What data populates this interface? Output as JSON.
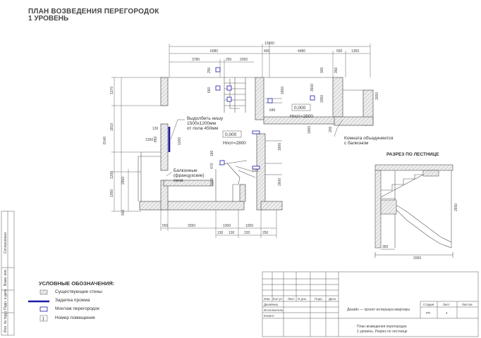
{
  "header": {
    "title_line1": "ПЛАН ВОЗВЕДЕНИЯ ПЕРЕГОРОДОК",
    "title_line2": "1 УРОВЕНЬ"
  },
  "plan": {
    "dims_top": {
      "overall": "12860",
      "seg1": "6080",
      "seg2": "400",
      "seg3": "4480",
      "seg4": "550",
      "seg5": "1350",
      "sub1": "3780",
      "sub2": "250",
      "sub3": "2050"
    },
    "dims_left": {
      "overall": "8140",
      "a": "1370",
      "b": "1810",
      "c": "2950",
      "d": "1200",
      "e": "1050",
      "f": "550"
    },
    "dims_bottom": {
      "a": "550",
      "b": "3350",
      "c": "1000",
      "d": "1000",
      "e": "250",
      "f": "130",
      "g": "130",
      "h": "220"
    },
    "dims_misc": {
      "n130": "130",
      "n1350": "1350",
      "n850": "850",
      "n1200": "1200",
      "n180": "180",
      "n470": "470",
      "n1000": "1000",
      "n620": "620",
      "n1800": "1800",
      "n2600": "2600",
      "n640": "640",
      "n1800b": "1800",
      "n1950": "1950",
      "n3600": "3600",
      "n2650": "2650",
      "n200": "200",
      "n300": "300",
      "n250": "250",
      "n350": "350",
      "n660": "660",
      "n1900": "1900"
    },
    "level1": "0,000",
    "height1": "Hпот=2800",
    "level2": "0,000",
    "height2": "Hпот=2800",
    "note_niche_1": "Выдолбить нишу",
    "note_niche_2": "1500х1200мм",
    "note_niche_3": "от пола 450мм",
    "note_balcony_1": "Балконные",
    "note_balcony_2": "(французские)",
    "note_balcony_3": "окна",
    "note_room_1": "Комната объединяется",
    "note_room_2": "с балконом"
  },
  "section": {
    "title": "РАЗРЕЗ ПО ЛЕСТНИЦЕ",
    "dim_a": "350",
    "dim_b": "2650",
    "dim_c": "2000"
  },
  "legend": {
    "title": "УСЛОВНЫЕ ОБОЗНАЧЕНИЯ:",
    "items": [
      {
        "label": "Существующие стены"
      },
      {
        "label": "Заделка проема"
      },
      {
        "label": "Монтаж перегородок"
      },
      {
        "label": "Номер помещения",
        "marker": "1"
      }
    ]
  },
  "titleblock": {
    "cols": [
      "Изм.",
      "Кол.уч",
      "Лист",
      "N док.",
      "Подп.",
      "Дата"
    ],
    "roles": [
      "Дизайнер",
      "Исполнитель",
      "Клиент"
    ],
    "project": "Дизайн — проект интерьера квартиры",
    "stage_h": "Стадия",
    "sheet_h": "Лист",
    "sheets_h": "Листов",
    "stage": "РП",
    "sheet": "4",
    "sheets": "",
    "drawing_1": "План возведения перегородок",
    "drawing_2": "1 уровень. Разрез по лестнице"
  },
  "side_stamp": {
    "lines": [
      "Согласовано",
      "Взам. инв.",
      "Подп. и дата",
      "Инв. № подл."
    ]
  },
  "colors": {
    "wall_fill": "#e6e6e6",
    "line": "#555555",
    "blue": "#1a1aa8"
  }
}
